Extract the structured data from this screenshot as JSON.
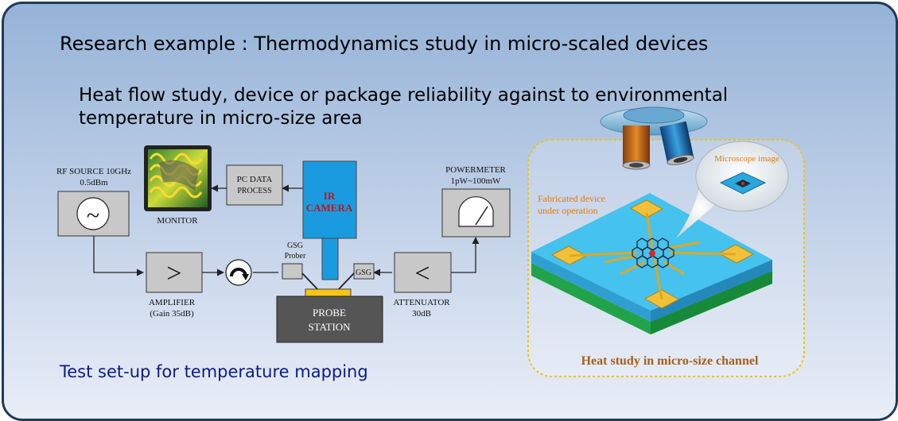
{
  "title": "Research example : Thermodynamics study in micro-scaled devices",
  "subtitle_line1": "Heat flow study, device or package reliability against to environmental",
  "subtitle_line2": "temperature in micro-size area",
  "caption": "Test set-up for temperature mapping",
  "setup": {
    "rf_source_l1": "RF SOURCE 10GHz",
    "rf_source_l2": "0.5dBm",
    "rf_symbol": "~",
    "monitor": "MONITOR",
    "pc_l1": "PC DATA",
    "pc_l2": "PROCESS",
    "ir_l1": "IR",
    "ir_l2": "CAMERA",
    "powermeter_l1": "POWERMETER",
    "powermeter_l2": "1pW~100mW",
    "amplifier_symbol": ">",
    "amplifier_l1": "AMPLIFIER",
    "amplifier_l2": "(Gain 35dB)",
    "gsg_prober_l1": "GSG",
    "gsg_prober_l2": "Prober",
    "gsg": "GSG",
    "probe_l1": "PROBE",
    "probe_l2": "STATION",
    "attenuator_symbol": "<",
    "attenuator_l1": "ATTENUATOR",
    "attenuator_l2": "30dB"
  },
  "device": {
    "microscope_label": "Microscope image",
    "fabricated_l1": "Fabricated device",
    "fabricated_l2": "under operation",
    "heat_caption": "Heat study in micro-size channel"
  },
  "colors": {
    "ir_camera": "#1a9be0",
    "probe_pad": "#f5c518",
    "device_top": "#3ab8e8",
    "device_green": "#22a34a",
    "gold": "#f2c13a",
    "annotation_text": "#e37b10",
    "heat_caption": "#a5601a",
    "caption_text": "#0c1a8c"
  }
}
